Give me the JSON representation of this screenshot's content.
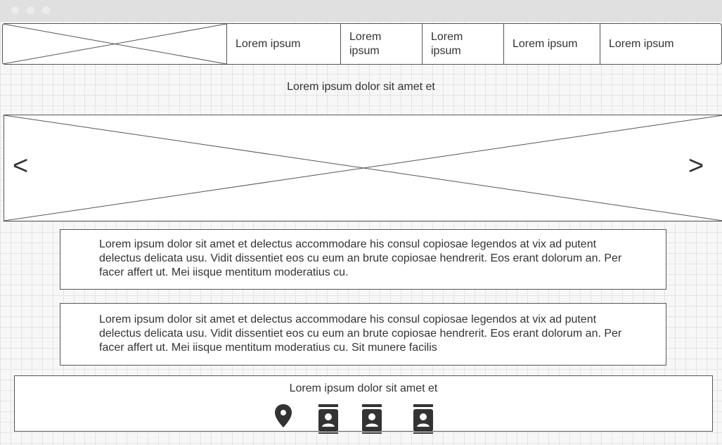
{
  "nav": {
    "items": [
      {
        "label": "Lorem ipsum"
      },
      {
        "label": "Lorem ipsum"
      },
      {
        "label": "Lorem ipsum"
      },
      {
        "label": "Lorem ipsum"
      },
      {
        "label": "Lorem ipsum"
      }
    ]
  },
  "headline": "Lorem ipsum dolor sit amet et",
  "carousel": {
    "prev_label": "<",
    "next_label": ">"
  },
  "paragraphs": [
    "Lorem ipsum dolor sit amet et delectus accommodare his consul copiosae legendos at vix ad putent delectus delicata usu. Vidit dissentiet eos cu eum an brute copiosae hendrerit. Eos erant dolorum an. Per facer affert ut. Mei iisque mentitum moderatius cu.",
    "Lorem ipsum dolor sit amet et delectus accommodare his consul copiosae legendos at vix ad putent delectus delicata usu. Vidit dissentiet eos cu eum an brute copiosae hendrerit. Eos erant dolorum an. Per facer affert ut. Mei iisque mentitum moderatius cu. Sit munere facilis"
  ],
  "footer": {
    "text": "Lorem ipsum dolor sit amet et",
    "icons": [
      "location-pin-icon",
      "contact-card-icon",
      "contact-card-icon",
      "contact-card-icon"
    ]
  },
  "colors": {
    "outline": "#555555",
    "icon": "#333333",
    "grid": "#e4e4e4",
    "titlebar": "#e0e0e0"
  }
}
